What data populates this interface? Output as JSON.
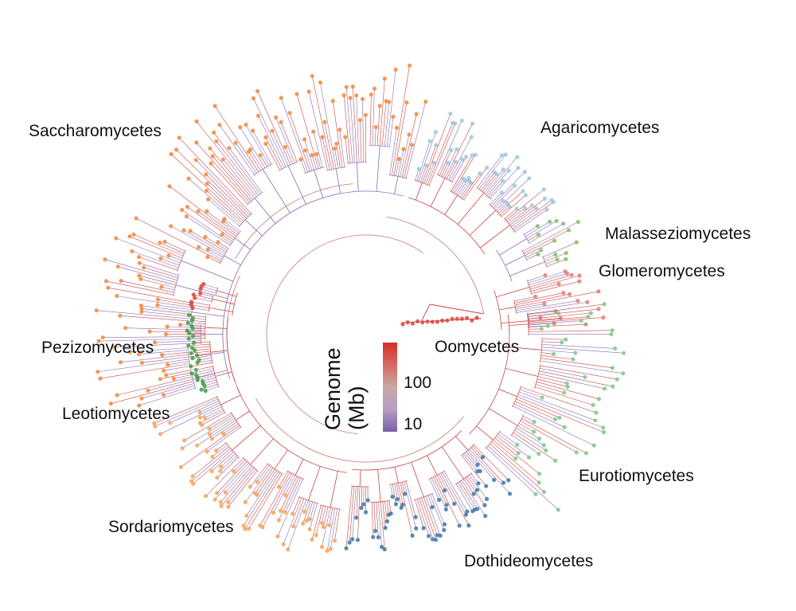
{
  "clades": [
    {
      "id": "saccharomycetes",
      "label": "Saccharomycetes",
      "tip_color": "#f08a3c"
    },
    {
      "id": "agaricomycetes",
      "label": "Agaricomycetes",
      "tip_color": "#9dc8dd"
    },
    {
      "id": "malasseziomycetes",
      "label": "Malasseziomycetes",
      "tip_color": "#7fbf6a"
    },
    {
      "id": "glomeromycetes",
      "label": "Glomeromycetes",
      "tip_color": "#e27a7a"
    },
    {
      "id": "oomycetes",
      "label": "Oomycetes",
      "tip_color": "#d9443a"
    },
    {
      "id": "pezizomycetes",
      "label": "Pezizomycetes",
      "tip_color": "#d9443a"
    },
    {
      "id": "leotiomycetes",
      "label": "Leotiomycetes",
      "tip_color": "#3f9e43"
    },
    {
      "id": "sordariomycetes",
      "label": "Sordariomycetes",
      "tip_color": "#f4a55a"
    },
    {
      "id": "dothideomycetes",
      "label": "Dothideomycetes",
      "tip_color": "#3b78a8"
    },
    {
      "id": "eurotiomycetes",
      "label": "Eurotiomycetes",
      "tip_color": "#7cc88a"
    }
  ],
  "legend": {
    "title_line1": "Genome",
    "title_line2": "(Mb)",
    "ticks": [
      {
        "label": "100",
        "value": 100
      },
      {
        "label": "10",
        "value": 10
      }
    ],
    "gradient": [
      "#d6302a",
      "#d56a62",
      "#c8a9a4",
      "#b59ec2",
      "#7a5fa6"
    ]
  },
  "branch_colors": {
    "high": "#c9463f",
    "low": "#8a6bb3"
  }
}
